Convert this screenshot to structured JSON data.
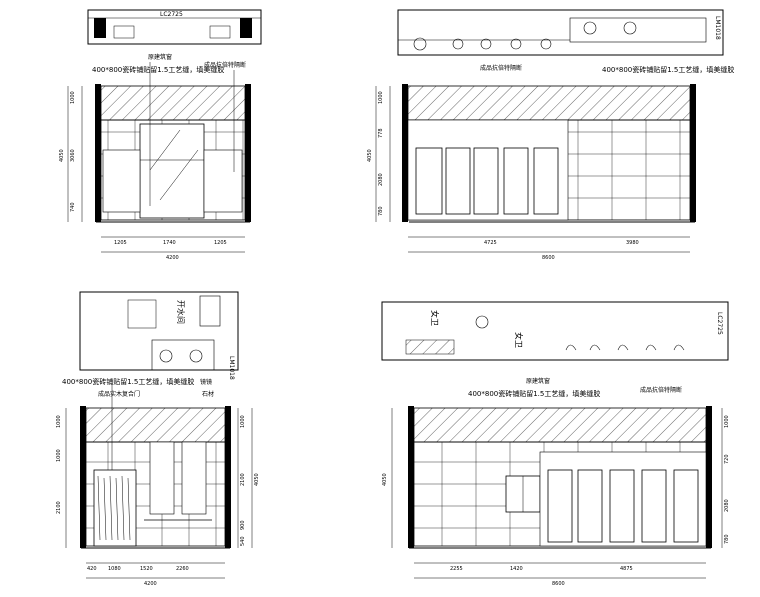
{
  "drawing": {
    "elevation_top_left": {
      "plan_code": "LC2725",
      "note_window": "原建筑窗",
      "note_tile": "400*800瓷砖铺贴留1.5工艺缝，填美缝胶",
      "note_partition": "成品抗倍特隔断",
      "dims_horizontal": [
        "1205",
        "1740",
        "1205"
      ],
      "dim_total": "4200",
      "dims_vertical": [
        "1000",
        "3060",
        "740"
      ],
      "dim_vertical_total": "4050"
    },
    "elevation_top_right": {
      "plan_code": "LM1018",
      "note_partition": "成品抗倍特隔断",
      "note_tile": "400*800瓷砖铺贴留1.5工艺缝，填美缝胶",
      "dims_horizontal": [
        "4725",
        "3980"
      ],
      "dim_total": "8600",
      "dims_vertical": [
        "1000",
        "778",
        "2080",
        "780"
      ],
      "dim_vertical_total": "4050"
    },
    "elevation_bottom_left": {
      "plan_text": "开水间",
      "plan_code": "LM1018",
      "note_tile": "400*800瓷砖铺贴留1.5工艺缝，填美缝胶",
      "note_door": "成品实木复合门",
      "note_mirror": "镜镜",
      "note_stone": "石材",
      "dims_horizontal": [
        "420",
        "1080",
        "1520",
        "2260"
      ],
      "dim_total": "4200",
      "dims_vertical_left": [
        "1000",
        "1000",
        "2100"
      ],
      "dims_vertical_right": [
        "1000",
        "2100",
        "900",
        "540"
      ],
      "dim_vertical_total": "4050"
    },
    "elevation_bottom_right": {
      "plan_text_1": "女卫",
      "plan_text_2": "女卫",
      "plan_code": "LC2725",
      "note_window": "原建筑窗",
      "note_tile": "400*800瓷砖铺贴留1.5工艺缝，填美缝胶",
      "note_partition": "成品抗倍特隔断",
      "dims_horizontal": [
        "2255",
        "1420",
        "4875"
      ],
      "dim_total": "8600",
      "dims_vertical": [
        "1000",
        "720",
        "2080",
        "780"
      ],
      "dim_vertical_total": "4050"
    }
  }
}
